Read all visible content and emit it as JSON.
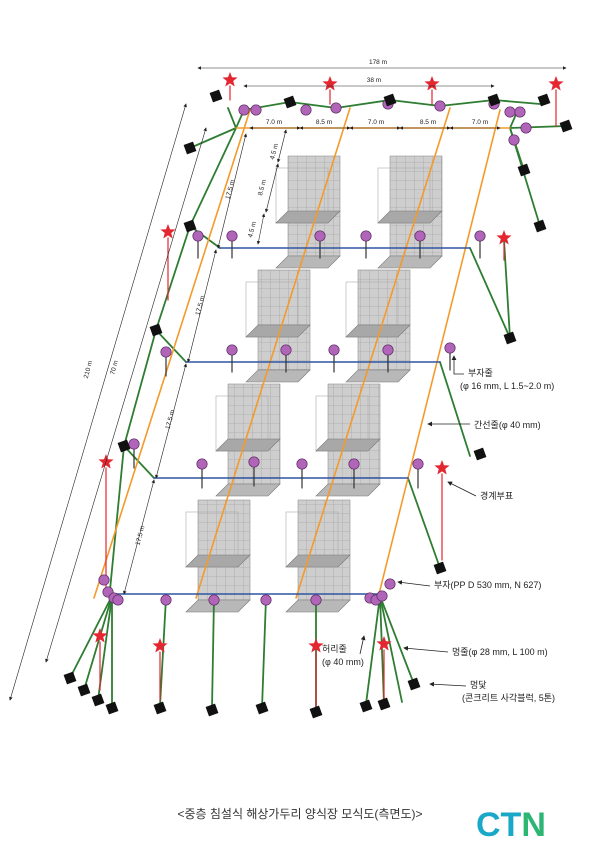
{
  "dimensions": {
    "overall_width": "178 m",
    "inner_width": "38 m",
    "spacing_1": "7.0 m",
    "spacing_2": "8.5 m",
    "spacing_3": "7.0 m",
    "spacing_4": "8.5 m",
    "spacing_5": "7.0 m",
    "overall_length": "210 m",
    "inner_length": "70 m",
    "section_1": "17.5 m",
    "section_2": "17.5 m",
    "section_3": "17.5 m",
    "section_4": "17.5 m",
    "v_45_top": "4.5 m",
    "v_85": "8.5 m",
    "v_45_bottom": "4.5 m"
  },
  "labels": {
    "float_line": "부자줄",
    "float_line_spec": "(φ 16 mm, L 1.5~2.0 m)",
    "main_line": "간선줄(φ 40 mm)",
    "boundary_buoy": "경계부표",
    "buoy": "부자(PP D 530 mm, N 627)",
    "waist_line": "허리줄",
    "waist_line_spec": "(φ 40 mm)",
    "anchor_line": "멍줄(φ 28 mm, L 100 m)",
    "anchor": "멍닻",
    "anchor_spec": "(콘크리트 사각블럭, 5톤)"
  },
  "caption": "<중층 침설식 해상가두리 양식장 모식도(측면도)>",
  "logo": {
    "text": "CTN",
    "color_left": "#1aa8c9",
    "color_right": "#2bb673"
  },
  "colors": {
    "rope_green": "#2e7d32",
    "main_line_orange": "#f39a2b",
    "waist_line_blue": "#2f55a4",
    "buoy_purple": "#b065b8",
    "marker_red": "#e3262f",
    "anchor_black": "#111111",
    "cage_grey": "#bdbdbd"
  }
}
